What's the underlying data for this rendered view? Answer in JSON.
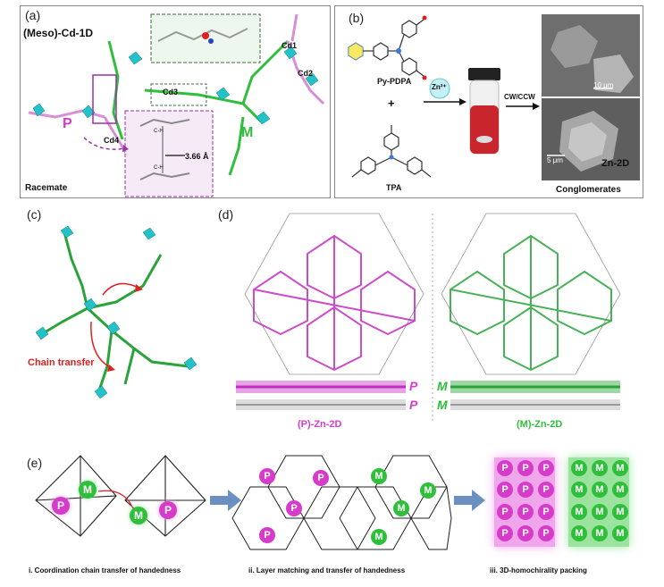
{
  "panel_a": {
    "label": "(a)",
    "title": "(Meso)-Cd-1D",
    "cd_labels": [
      "Cd1",
      "Cd2",
      "Cd3",
      "Cd4"
    ],
    "distance": "3.66 Å",
    "ch_label": "C-H",
    "p_label": "P",
    "m_label": "M",
    "racemate": "Racemate"
  },
  "panel_b": {
    "label": "(b)",
    "py_pdpa": "Py-PDPA",
    "tpa": "TPA",
    "plus": "+",
    "zn": "Zn²⁺",
    "cw_ccw": "CW/CCW",
    "scale1": "10 μm",
    "scale2": "5 μm",
    "zn2d": "Zn-2D",
    "conglomerates": "Conglomerates"
  },
  "panel_c": {
    "label": "(c)",
    "chain_transfer": "Chain transfer"
  },
  "panel_d": {
    "label": "(d)",
    "p_label": "P",
    "m_label": "M",
    "p_caption": "(P)-Zn-2D",
    "m_caption": "(M)-Zn-2D"
  },
  "panel_e": {
    "label": "(e)",
    "caption_i": "i. Coordination chain transfer of handedness",
    "caption_ii": "ii. Layer matching and transfer of handedness",
    "caption_iii": "iii. 3D-homochirality packing",
    "p": "P",
    "m": "M"
  },
  "colors": {
    "magenta": "#d63bc9",
    "green": "#2fbf3a",
    "cyan": "#22c2c8",
    "red": "#e02020",
    "purple": "#9b2fa6"
  }
}
